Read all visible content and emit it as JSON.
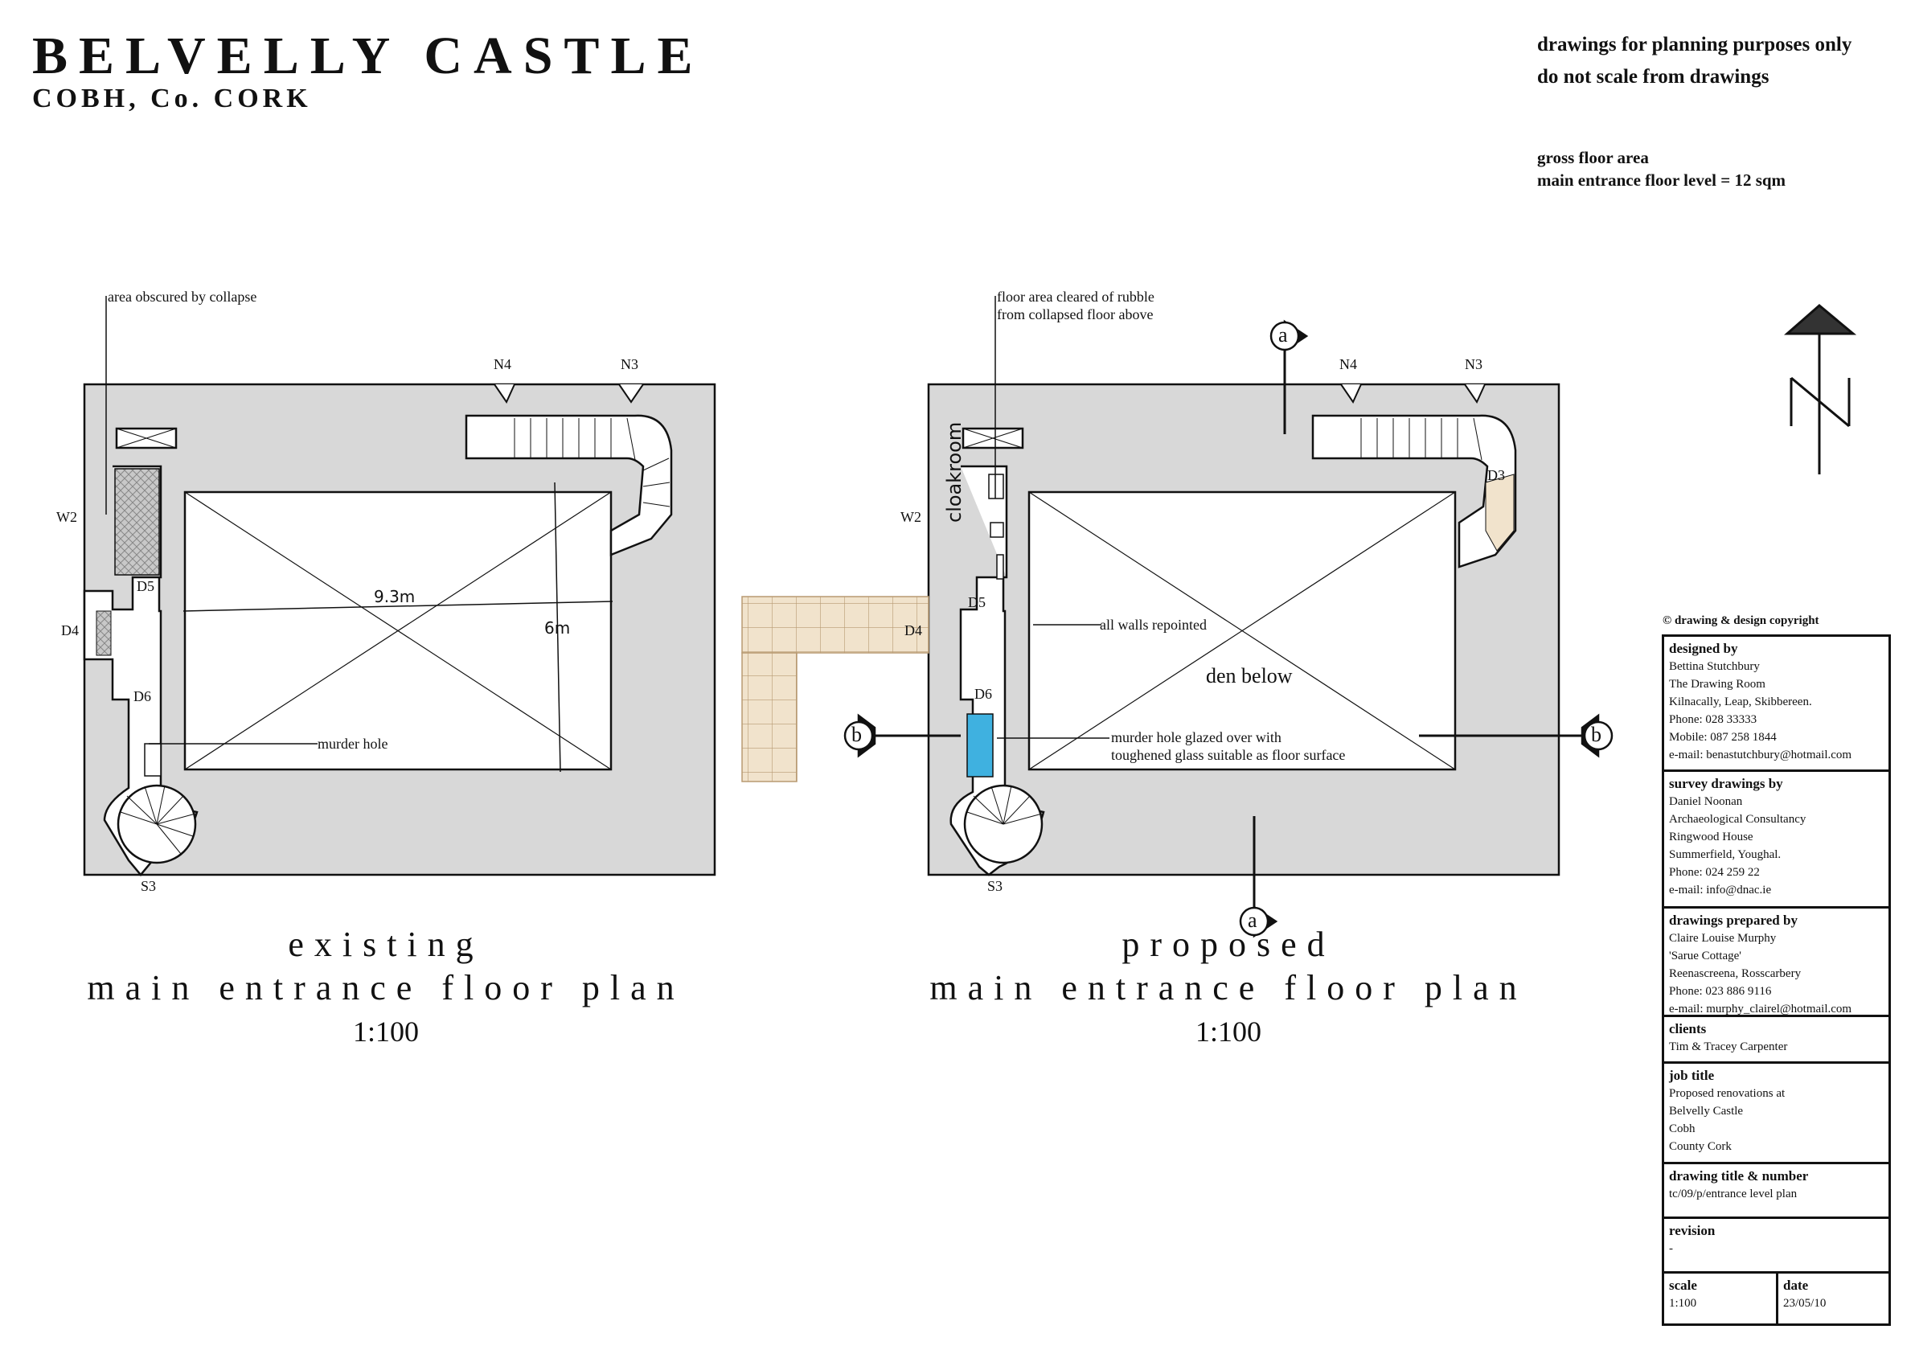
{
  "header": {
    "title": "BELVELLY CASTLE",
    "subtitle": "COBH, Co. CORK",
    "notice_lines": [
      "drawings for planning purposes only",
      "do not scale from drawings"
    ],
    "gfa_label": "gross floor area",
    "gfa_value": "main entrance floor level  = 12 sqm"
  },
  "existing_plan": {
    "caption_line1": "existing",
    "caption_line2": "main entrance floor plan",
    "scale": "1:100",
    "labels": {
      "collapse": "area obscured by collapse",
      "murder_hole": "murder hole",
      "length": "9.3m",
      "width": "6m",
      "n4": "N4",
      "n3": "N3",
      "w2": "W2",
      "d5": "D5",
      "d4": "D4",
      "d6": "D6",
      "s3": "S3"
    }
  },
  "proposed_plan": {
    "caption_line1": "proposed",
    "caption_line2": "main entrance floor plan",
    "scale": "1:100",
    "labels": {
      "rubble_1": "floor area cleared of rubble",
      "rubble_2": "from collapsed floor above",
      "cloakroom": "cloakroom",
      "repointed": "all walls repointed",
      "den": "den below",
      "murder_hole_1": "murder hole glazed over with",
      "murder_hole_2": "toughened glass suitable as floor surface",
      "n4": "N4",
      "n3": "N3",
      "w2": "W2",
      "d5": "D5",
      "d4": "D4",
      "d6": "D6",
      "s3": "S3",
      "d3": "D3",
      "section_a": "a",
      "section_b": "b"
    }
  },
  "title_block": {
    "copyright": "© drawing & design copyright",
    "designed_by": {
      "heading": "designed by",
      "lines": [
        "Bettina Stutchbury",
        "The Drawing Room",
        "Kilnacally, Leap, Skibbereen.",
        "Phone: 028 33333",
        "Mobile: 087 258 1844",
        "e-mail: benastutchbury@hotmail.com"
      ]
    },
    "survey_by": {
      "heading": "survey drawings by",
      "lines": [
        "Daniel Noonan",
        "Archaeological Consultancy",
        "Ringwood House",
        "Summerfield, Youghal.",
        "Phone: 024 259 22",
        "e-mail: info@dnac.ie"
      ]
    },
    "prepared_by": {
      "heading": "drawings prepared by",
      "lines": [
        "Claire Louise Murphy",
        "'Sarue Cottage'",
        "Reenascreena, Rosscarbery",
        "Phone: 023 886 9116",
        "e-mail: murphy_clairel@hotmail.com"
      ]
    },
    "clients": {
      "heading": "clients",
      "lines": [
        "Tim & Tracey Carpenter"
      ]
    },
    "job_title": {
      "heading": "job title",
      "lines": [
        "Proposed renovations at",
        "Belvelly Castle",
        "Cobh",
        "County Cork"
      ]
    },
    "drawing": {
      "heading": "drawing title & number",
      "lines": [
        "tc/09/p/entrance level plan"
      ]
    },
    "revision": {
      "heading": "revision",
      "lines": [
        "-"
      ]
    },
    "scale": {
      "heading": "scale",
      "value": "1:100"
    },
    "date": {
      "heading": "date",
      "value": "23/05/10"
    }
  },
  "colors": {
    "wall_fill": "#d8d8d8",
    "stair_fill": "#f1e3cc",
    "glass_fill": "#3fb1e0",
    "line": "#111111"
  }
}
